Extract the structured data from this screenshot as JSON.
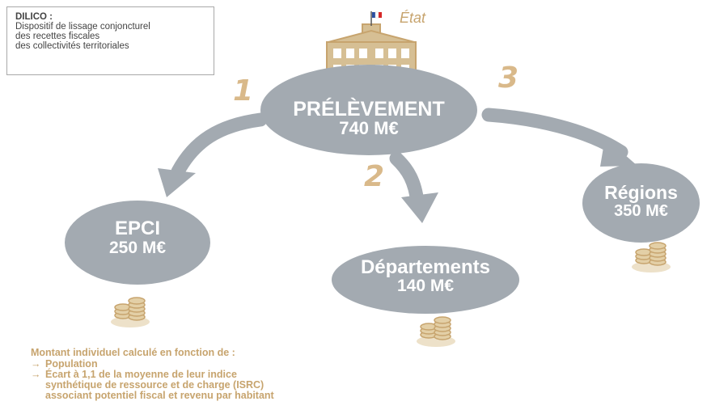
{
  "legend": {
    "title": "DILICO :",
    "lines": [
      "Dispositif de lissage conjoncturel",
      "des recettes fiscales",
      "des collectivités territoriales"
    ]
  },
  "etat": {
    "label": "État"
  },
  "nodes": {
    "main": {
      "name": "PRÉLÈVEMENT",
      "amount": "740 M€"
    },
    "epci": {
      "name": "EPCI",
      "amount": "250 M€"
    },
    "departements": {
      "name": "Départements",
      "amount": "140 M€"
    },
    "regions": {
      "name": "Régions",
      "amount": "350 M€"
    }
  },
  "steps": {
    "one": "1",
    "two": "2",
    "three": "3"
  },
  "bottom": {
    "intro": "Montant individuel calculé en fonction de :",
    "items": [
      [
        "Population"
      ],
      [
        "Écart à 1,1 de la moyenne de leur indice",
        "synthétique de ressource et de charge (ISRC)",
        "associant potentiel fiscal et revenu par habitant"
      ]
    ],
    "arrow_glyph": "→"
  },
  "colors": {
    "ellipse": "#a3aab1",
    "arrow": "#a3aab1",
    "accent": "#c7a46e",
    "building": "#d6bf94"
  },
  "icons": [
    "building-icon",
    "french-flag-icon",
    "coin-stack-icon"
  ]
}
